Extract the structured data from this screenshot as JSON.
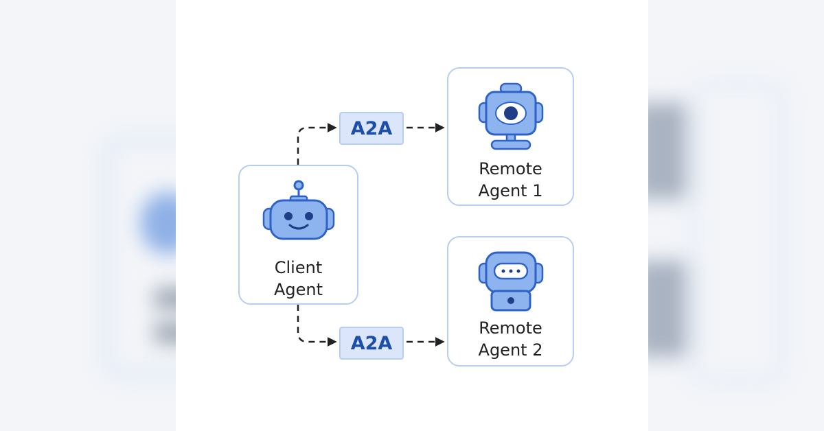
{
  "nodes": {
    "client": {
      "line1": "Client",
      "line2": "Agent",
      "icon": "smiling-robot-icon"
    },
    "remote1": {
      "line1": "Remote",
      "line2": "Agent 1",
      "icon": "eye-robot-icon"
    },
    "remote2": {
      "line1": "Remote",
      "line2": "Agent 2",
      "icon": "visor-robot-icon"
    }
  },
  "edges": [
    {
      "from": "Client Agent",
      "to": "Remote Agent 1",
      "label": "A2A",
      "style": "dashed-arrow"
    },
    {
      "from": "Client Agent",
      "to": "Remote Agent 2",
      "label": "A2A",
      "style": "dashed-arrow"
    }
  ],
  "colors": {
    "node_border": "#b7cdf2",
    "robot_fill": "#8db4ef",
    "robot_stroke": "#2f62c7",
    "badge_fill": "#dbe6fb",
    "badge_text": "#1d4ea8",
    "arrow": "#222222"
  }
}
